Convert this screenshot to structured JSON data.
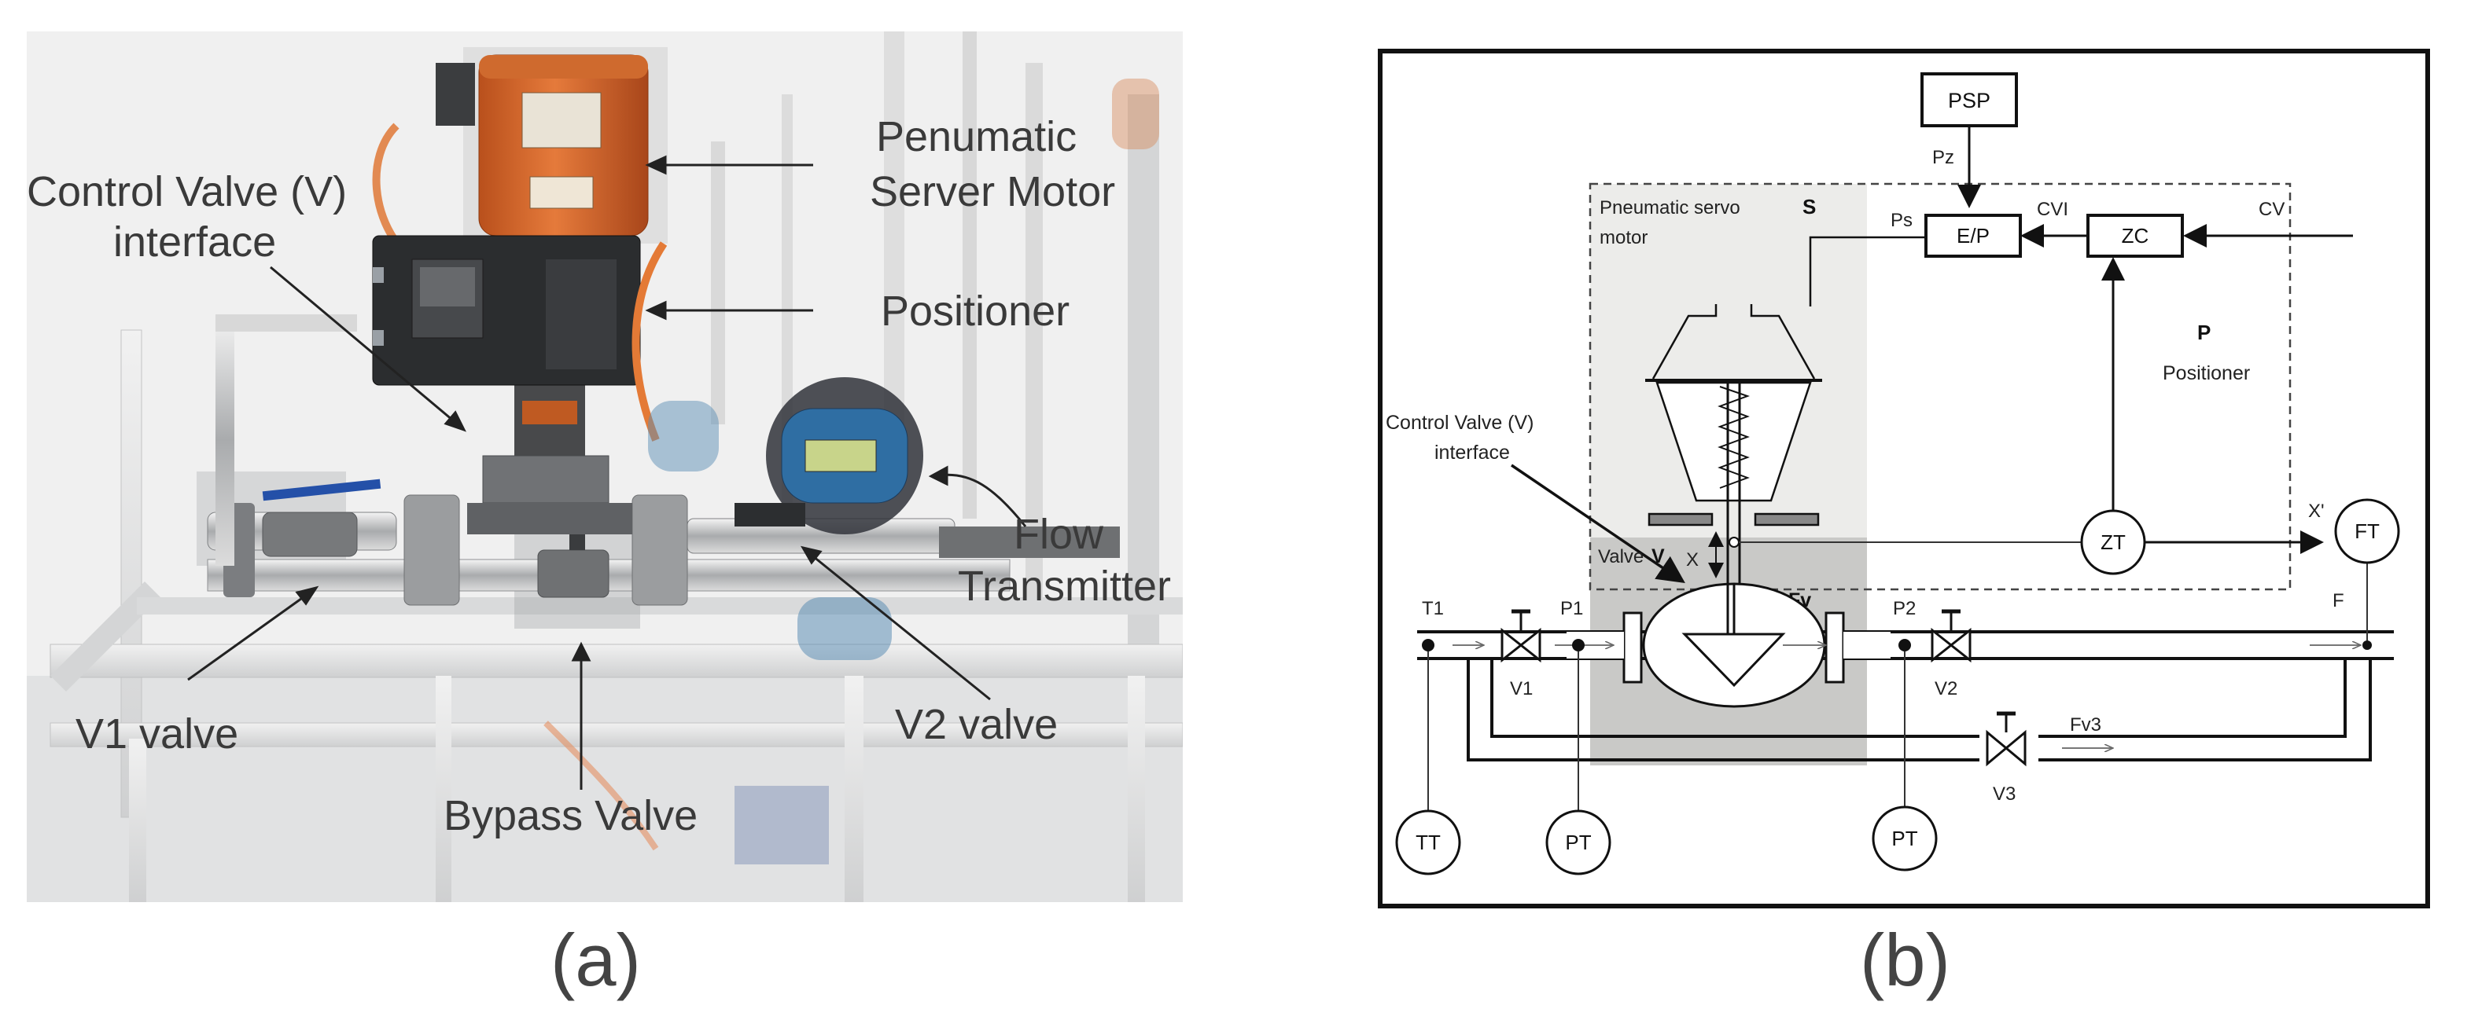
{
  "panel_a": {
    "caption": "(a)",
    "labels": {
      "servo_motor_line1": "Penumatic",
      "servo_motor_line2": "Server Motor",
      "control_valve_line1": "Control Valve (V)",
      "control_valve_line2": "interface",
      "positioner": "Positioner",
      "flow_line1": "Flow",
      "flow_line2": "Transmitter",
      "v1": "V1 valve",
      "v2": "V2 valve",
      "bypass": "Bypass Valve"
    }
  },
  "panel_b": {
    "caption": "(b)",
    "labels": {
      "psp": "PSP",
      "pz": "Pz",
      "pneumatic_servo_line1": "Pneumatic servo",
      "pneumatic_servo_line2": "motor",
      "s": "S",
      "ps": "Ps",
      "ep": "E/P",
      "cvi": "CVI",
      "zc": "ZC",
      "cv": "CV",
      "p": "P",
      "positioner": "Positioner",
      "control_valve_line1": "Control Valve (V)",
      "control_valve_line2": "interface",
      "x": "X",
      "zt": "ZT",
      "x_prime": "X'",
      "ft": "FT",
      "valve": "Valve",
      "v_bold": "V",
      "fv": "Fv",
      "t1": "T1",
      "p1": "P1",
      "p2": "P2",
      "f": "F",
      "v1": "V1",
      "v2": "V2",
      "fv3": "Fv3",
      "v3": "V3",
      "tt": "TT",
      "pt_left": "PT",
      "pt_right": "PT"
    }
  },
  "colors": {
    "photo_background": "#ebecec",
    "motor_orange": "#d8652a",
    "positioner_black": "#2b2d2f",
    "transmitter_blue": "#2f6ea3",
    "servo_region": "#ececea",
    "valve_region": "#c9c9c7"
  }
}
